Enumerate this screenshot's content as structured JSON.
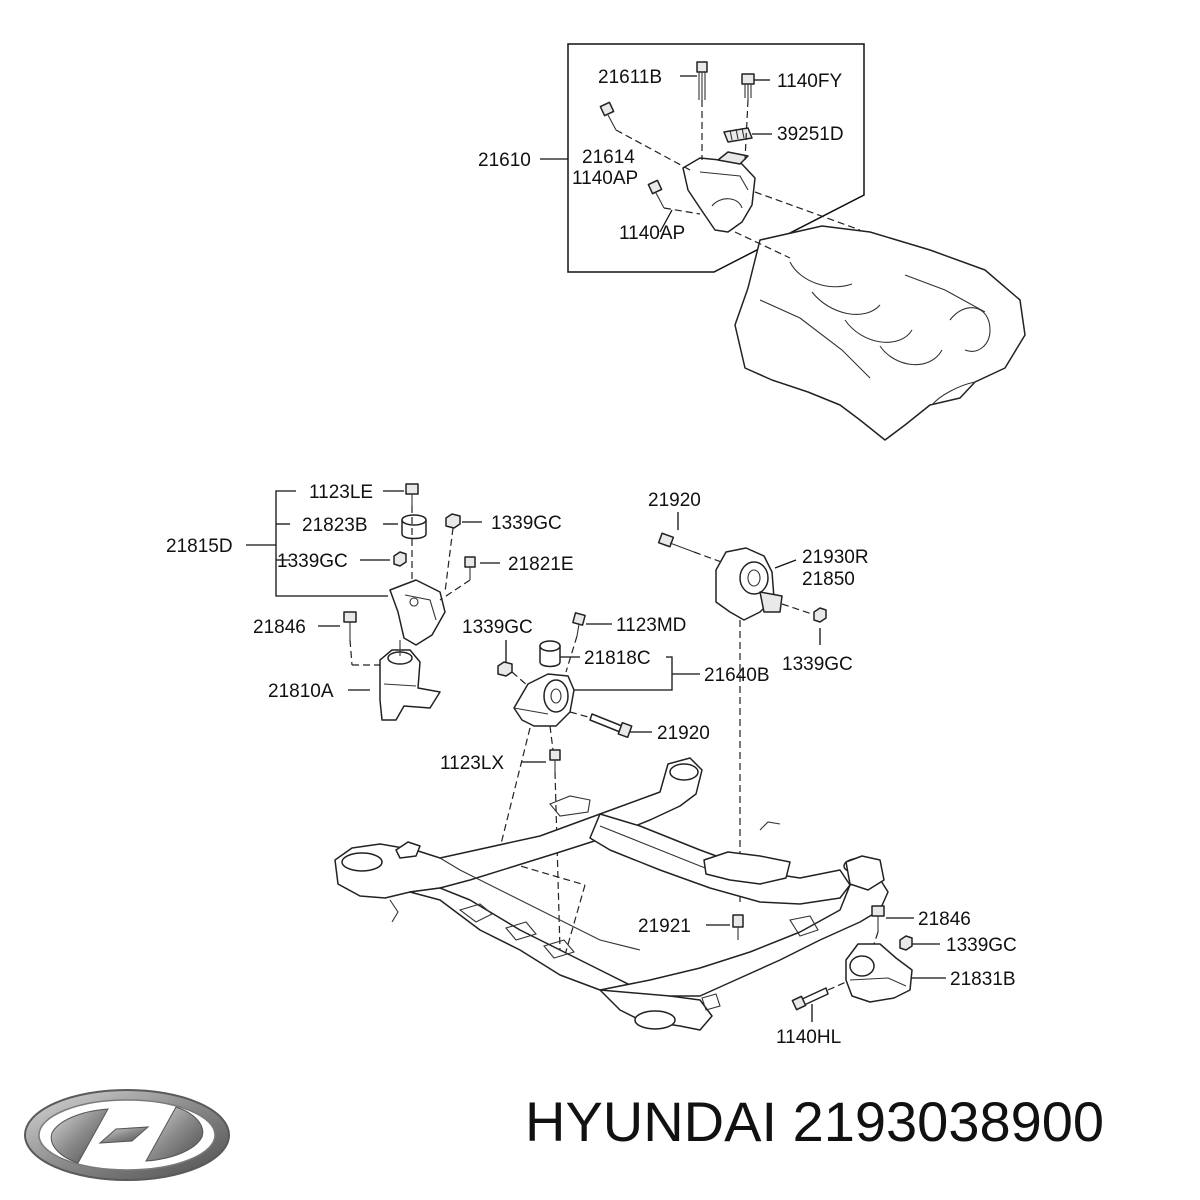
{
  "caption": {
    "brand": "HYUNDAI",
    "part_number": "2193038900"
  },
  "logo": {
    "icon": "hyundai-logo-icon",
    "colors": [
      "#8a8a8a",
      "#d9d9d9",
      "#4d4d4d"
    ]
  },
  "labels": {
    "l_21611B": "21611B",
    "l_1140FY": "1140FY",
    "l_21610": "21610",
    "l_21614": "21614",
    "l_1140AP_a": "1140AP",
    "l_39251D": "39251D",
    "l_1140AP_b": "1140AP",
    "l_1123LE": "1123LE",
    "l_21823B": "21823B",
    "l_1339GC_a": "1339GC",
    "l_21815D": "21815D",
    "l_1339GC_b": "1339GC",
    "l_21821E": "21821E",
    "l_21846_a": "21846",
    "l_21810A": "21810A",
    "l_21920_a": "21920",
    "l_21930R": "21930R",
    "l_21850": "21850",
    "l_1339GC_c": "1339GC",
    "l_1123MD": "1123MD",
    "l_21818C": "21818C",
    "l_21640B": "21640B",
    "l_1339GC_d": "1339GC",
    "l_21920_b": "21920",
    "l_1123LX": "1123LX",
    "l_21921": "21921",
    "l_21846_b": "21846",
    "l_1339GC_e": "1339GC",
    "l_21831B": "21831B",
    "l_1140HL": "1140HL"
  }
}
